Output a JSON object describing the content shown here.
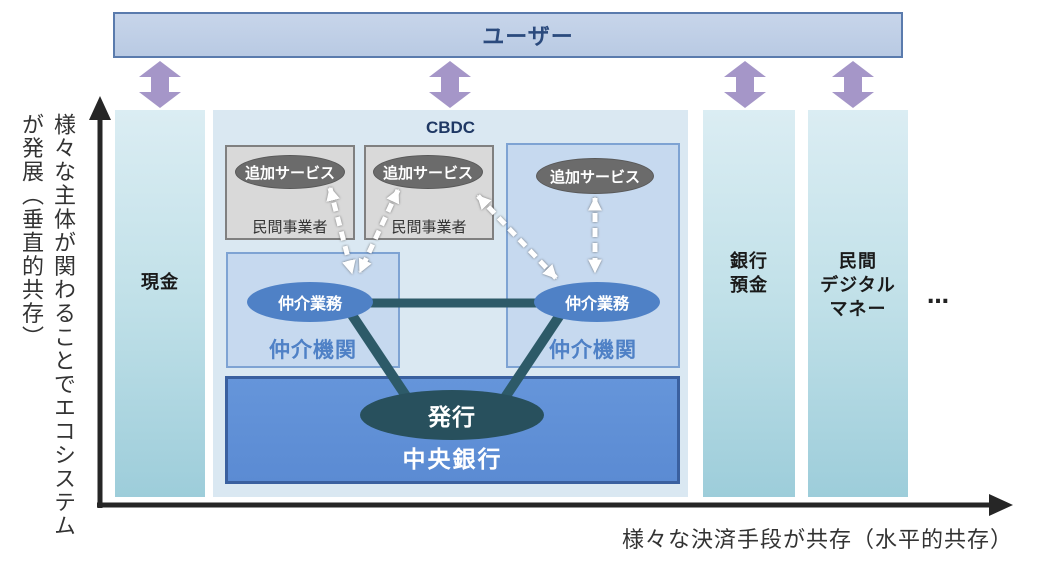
{
  "user_bar": {
    "label": "ユーザー"
  },
  "vertical_axis": {
    "label_lines": [
      "様々な主体が関わることでエコシステム",
      "が発展（垂直的共存）"
    ]
  },
  "horizontal_axis": {
    "label": "様々な決済手段が共存（水平的共存）"
  },
  "cash": {
    "label": "現金"
  },
  "bank_deposit": {
    "lines": [
      "銀行",
      "預金"
    ]
  },
  "private_digital_money": {
    "lines": [
      "民間",
      "デジタル",
      "マネー"
    ]
  },
  "more": {
    "label": "…"
  },
  "cbdc": {
    "title": "CBDC",
    "private_operators": [
      {
        "service": "追加サービス",
        "label": "民間事業者"
      },
      {
        "service": "追加サービス",
        "label": "民間事業者"
      }
    ],
    "intermediaries": [
      {
        "business": "仲介業務",
        "label": "仲介機関"
      },
      {
        "service": "追加サービス",
        "business": "仲介業務",
        "label": "仲介機関"
      }
    ],
    "central_bank": {
      "issuance": "発行",
      "label": "中央銀行"
    }
  },
  "colors": {
    "user_bar_fill": "#b9cae3",
    "user_bar_border": "#5a7bad",
    "user_bar_text": "#2b4a7d",
    "connector_arrow": "#a596c8",
    "column_top": "#dbedf3",
    "column_bottom": "#9dcdda",
    "cbdc_panel": "#dae8f2",
    "cbdc_title": "#1f3864",
    "operator_box_fill": "#d9d9d9",
    "operator_box_border": "#808080",
    "service_ellipse": "#6b6b6b",
    "intermediary_box_fill": "#c6d9ef",
    "intermediary_box_border": "#7ea3d3",
    "intermediary_accent": "#4f81c6",
    "central_bank_fill": "#5b8bd3",
    "central_bank_border": "#3a609f",
    "issuance_ellipse": "#28505d",
    "link_line": "#2d5a68",
    "axis": "#262626"
  }
}
